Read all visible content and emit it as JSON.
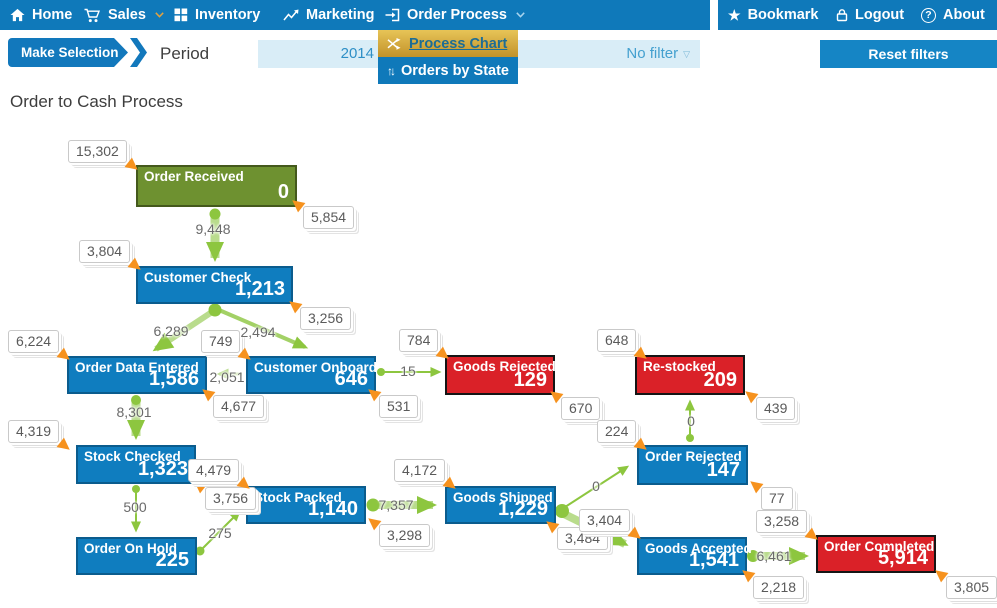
{
  "nav": {
    "left": [
      {
        "label": "Home"
      },
      {
        "label": "Sales"
      },
      {
        "label": "Inventory"
      },
      {
        "label": "Marketing"
      },
      {
        "label": "Order Process"
      }
    ],
    "right": [
      {
        "label": "Bookmark"
      },
      {
        "label": "Logout"
      },
      {
        "label": "About"
      }
    ]
  },
  "dropdown": {
    "items": [
      {
        "label": "Process Chart",
        "highlighted": true
      },
      {
        "label": "Orders by State",
        "highlighted": false
      }
    ]
  },
  "filters": {
    "make_selection": "Make Selection",
    "period_label": "Period",
    "period_value": "2014",
    "no_filter": "No filter",
    "no_filter_caret": "▽",
    "reset": "Reset filters"
  },
  "page_title": "Order to Cash Process",
  "colors": {
    "nav_blue": "#0f79ba",
    "highlight_gold": "#d8ab3c",
    "node_blue": "#0f7dbf",
    "node_green": "#6e9130",
    "node_red": "#da2128",
    "flow_green": "#8dc63f",
    "external_orange": "#f6921e",
    "filter_bg": "#d9edf7"
  },
  "chart_data": {
    "type": "process-flow",
    "title": "Order to Cash Process",
    "nodes": [
      {
        "id": "order-received",
        "label": "Order Received",
        "value": "0",
        "color": "green"
      },
      {
        "id": "customer-check",
        "label": "Customer Check",
        "value": "1,213",
        "color": "blue"
      },
      {
        "id": "order-data-entered",
        "label": "Order Data Entered",
        "value": "1,586",
        "color": "blue"
      },
      {
        "id": "customer-onboard",
        "label": "Customer Onboard",
        "value": "646",
        "color": "blue"
      },
      {
        "id": "goods-rejected",
        "label": "Goods Rejected",
        "value": "129",
        "color": "red"
      },
      {
        "id": "re-stocked",
        "label": "Re-stocked",
        "value": "209",
        "color": "red"
      },
      {
        "id": "stock-checked",
        "label": "Stock Checked",
        "value": "1,323",
        "color": "blue"
      },
      {
        "id": "stock-packed",
        "label": "Stock Packed",
        "value": "1,140",
        "color": "blue"
      },
      {
        "id": "goods-shipped",
        "label": "Goods Shipped",
        "value": "1,229",
        "color": "blue"
      },
      {
        "id": "order-rejected",
        "label": "Order Rejected",
        "value": "147",
        "color": "blue"
      },
      {
        "id": "order-on-hold",
        "label": "Order On Hold",
        "value": "225",
        "color": "blue"
      },
      {
        "id": "goods-accepted",
        "label": "Goods Accepted",
        "value": "1,541",
        "color": "blue"
      },
      {
        "id": "order-completed",
        "label": "Order Completed",
        "value": "5,914",
        "color": "red"
      }
    ],
    "flows": [
      {
        "from": "order-received",
        "to": "customer-check",
        "value": "9,448"
      },
      {
        "from": "customer-check",
        "to": "order-data-entered",
        "value": "6,289"
      },
      {
        "from": "customer-check",
        "to": "customer-onboard",
        "value": "2,494"
      },
      {
        "from": "customer-onboard",
        "to": "order-data-entered",
        "value": "2,051"
      },
      {
        "from": "customer-onboard",
        "to": "goods-rejected",
        "value": "15"
      },
      {
        "from": "order-data-entered",
        "to": "stock-checked",
        "value": "8,301"
      },
      {
        "from": "stock-checked",
        "to": "order-on-hold",
        "value": "500"
      },
      {
        "from": "order-on-hold",
        "to": "stock-packed",
        "value": "275"
      },
      {
        "from": "stock-packed",
        "to": "goods-shipped",
        "value": "7,357"
      },
      {
        "from": "goods-shipped",
        "to": "order-rejected",
        "value": "0"
      },
      {
        "from": "goods-shipped",
        "to": "goods-accepted",
        "value": ""
      },
      {
        "from": "order-rejected",
        "to": "re-stocked",
        "value": "0"
      },
      {
        "from": "goods-accepted",
        "to": "order-completed",
        "value": "6,461"
      }
    ],
    "tags": [
      {
        "node": "order-received",
        "dir": "in",
        "value": "15,302"
      },
      {
        "node": "order-received",
        "dir": "out",
        "value": "5,854"
      },
      {
        "node": "customer-check",
        "dir": "in",
        "value": "3,804"
      },
      {
        "node": "customer-check",
        "dir": "out",
        "value": "3,256"
      },
      {
        "node": "order-data-entered",
        "dir": "in",
        "value": "6,224"
      },
      {
        "node": "order-data-entered",
        "dir": "out",
        "value": "4,677"
      },
      {
        "node": "customer-onboard",
        "dir": "in",
        "value": "749"
      },
      {
        "node": "customer-onboard",
        "dir": "out",
        "value": "531"
      },
      {
        "node": "goods-rejected",
        "dir": "in",
        "value": "784"
      },
      {
        "node": "goods-rejected",
        "dir": "out",
        "value": "670"
      },
      {
        "node": "re-stocked",
        "dir": "in",
        "value": "648"
      },
      {
        "node": "re-stocked",
        "dir": "out",
        "value": "439"
      },
      {
        "node": "stock-checked",
        "dir": "in",
        "value": "4,319"
      },
      {
        "node": "stock-checked",
        "dir": "out",
        "value": "3,756"
      },
      {
        "node": "stock-packed",
        "dir": "in",
        "value": "4,479"
      },
      {
        "node": "stock-packed",
        "dir": "out",
        "value": "3,298"
      },
      {
        "node": "goods-shipped",
        "dir": "in",
        "value": "4,172"
      },
      {
        "node": "goods-shipped",
        "dir": "out",
        "value": "3,484"
      },
      {
        "node": "order-rejected",
        "dir": "in",
        "value": "224"
      },
      {
        "node": "order-rejected",
        "dir": "out",
        "value": "77"
      },
      {
        "node": "goods-accepted",
        "dir": "in",
        "value": "3,404"
      },
      {
        "node": "goods-accepted",
        "dir": "out",
        "value": "2,218"
      },
      {
        "node": "order-completed",
        "dir": "in",
        "value": "3,258"
      },
      {
        "node": "order-completed",
        "dir": "out",
        "value": "3,805"
      }
    ]
  }
}
